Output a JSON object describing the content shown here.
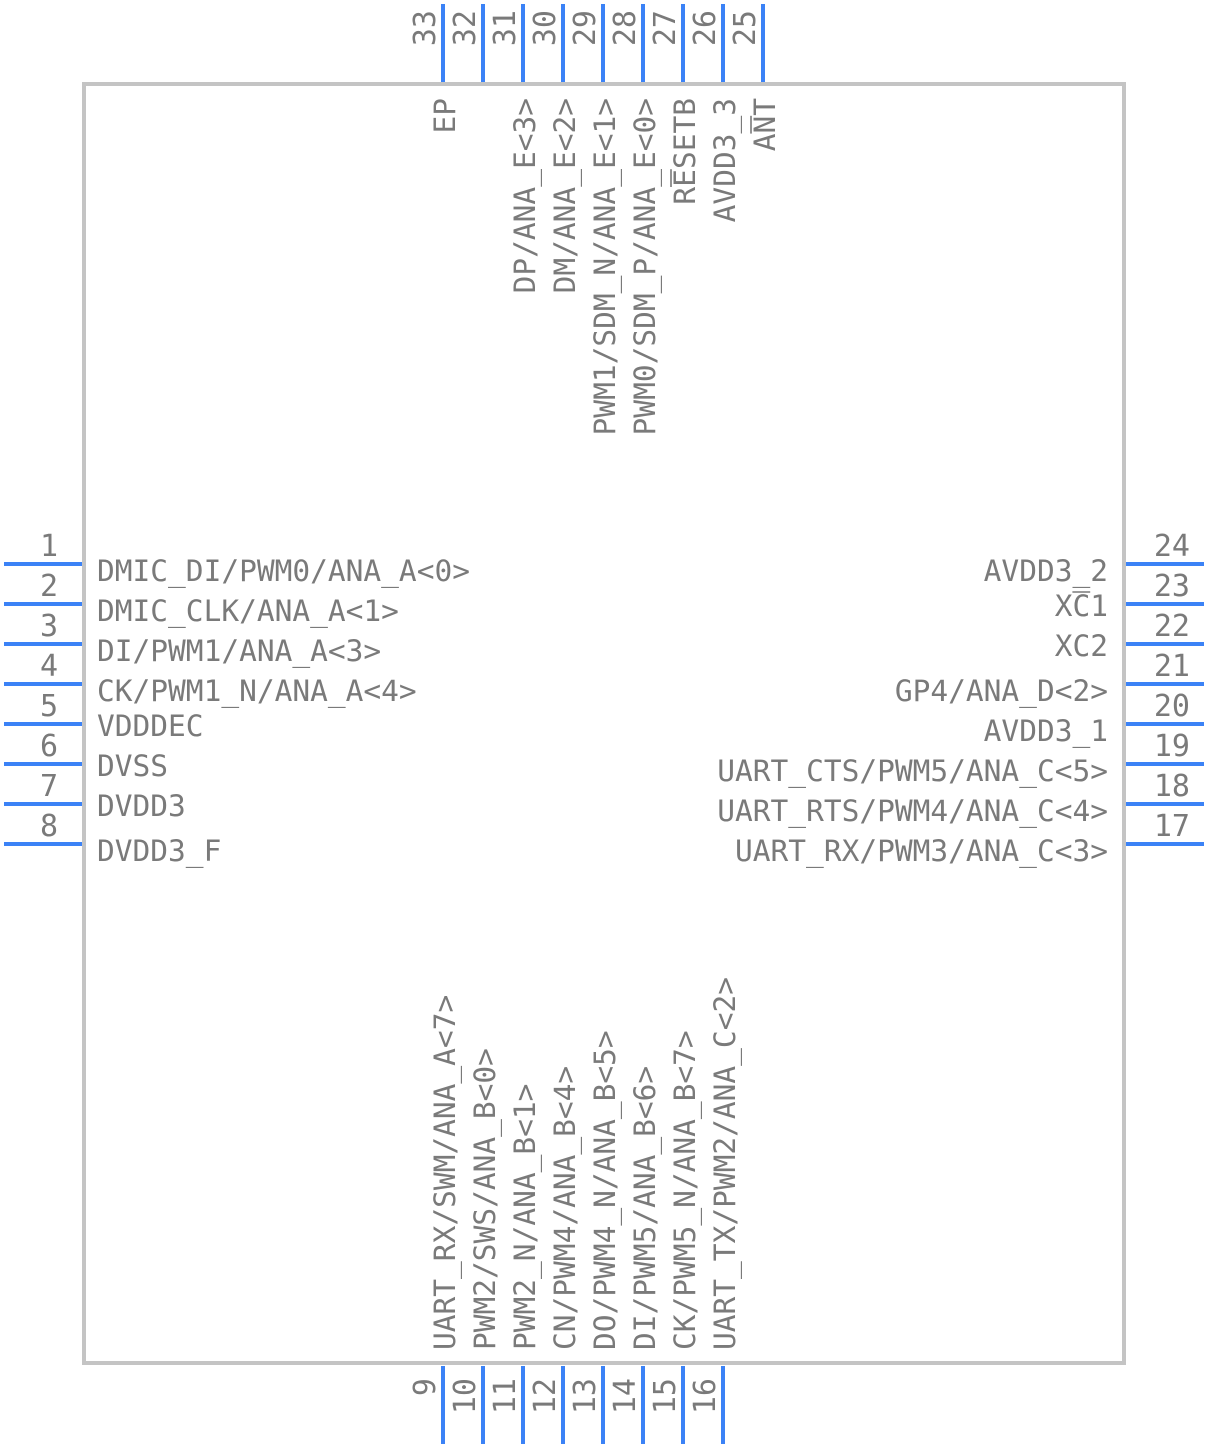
{
  "colors": {
    "pin": "#3b82f6",
    "outline": "#c4c4c4",
    "text": "#7a7a7a",
    "background": "#ffffff"
  },
  "pins": {
    "left": [
      {
        "num": "1",
        "label": "DMIC_DI/PWM0/ANA_A<0>"
      },
      {
        "num": "2",
        "label": "DMIC_CLK/ANA_A<1>"
      },
      {
        "num": "3",
        "label": "DI/PWM1/ANA_A<3>"
      },
      {
        "num": "4",
        "label": "CK/PWM1_N/ANA_A<4>"
      },
      {
        "num": "5",
        "label": "VDDDEC"
      },
      {
        "num": "6",
        "label": "DVSS"
      },
      {
        "num": "7",
        "label": "DVDD3"
      },
      {
        "num": "8",
        "label": "DVDD3_F"
      }
    ],
    "bottom": [
      {
        "num": "9",
        "label": "UART_RX/SWM/ANA_A<7>"
      },
      {
        "num": "10",
        "label": "PWM2/SWS/ANA_B<0>"
      },
      {
        "num": "11",
        "label": "PWM2_N/ANA_B<1>"
      },
      {
        "num": "12",
        "label": "CN/PWM4/ANA_B<4>"
      },
      {
        "num": "13",
        "label": "DO/PWM4_N/ANA_B<5>"
      },
      {
        "num": "14",
        "label": "DI/PWM5/ANA_B<6>"
      },
      {
        "num": "15",
        "label": "CK/PWM5_N/ANA_B<7>"
      },
      {
        "num": "16",
        "label": "UART_TX/PWM2/ANA_C<2>"
      }
    ],
    "right": [
      {
        "num": "17",
        "label": "UART_RX/PWM3/ANA_C<3>"
      },
      {
        "num": "18",
        "label": "UART_RTS/PWM4/ANA_C<4>"
      },
      {
        "num": "19",
        "label": "UART_CTS/PWM5/ANA_C<5>"
      },
      {
        "num": "20",
        "label": "AVDD3_1"
      },
      {
        "num": "21",
        "label": "GP4/ANA_D<2>"
      },
      {
        "num": "22",
        "label": "XC2"
      },
      {
        "num": "23",
        "label": "XC1"
      },
      {
        "num": "24",
        "label": "AVDD3_2"
      }
    ],
    "top": [
      {
        "num": "25",
        "label": "ANT"
      },
      {
        "num": "26",
        "label": "AVDD3_3"
      },
      {
        "num": "27",
        "label": "RESETB"
      },
      {
        "num": "28",
        "label": "PWM0/SDM_P/ANA_E<0>"
      },
      {
        "num": "29",
        "label": "PWM1/SDM_N/ANA_E<1>"
      },
      {
        "num": "30",
        "label": "DM/ANA_E<2>"
      },
      {
        "num": "31",
        "label": "DP/ANA_E<3>"
      },
      {
        "num": "32",
        "label": ""
      },
      {
        "num": "33",
        "label": "EP"
      }
    ]
  }
}
